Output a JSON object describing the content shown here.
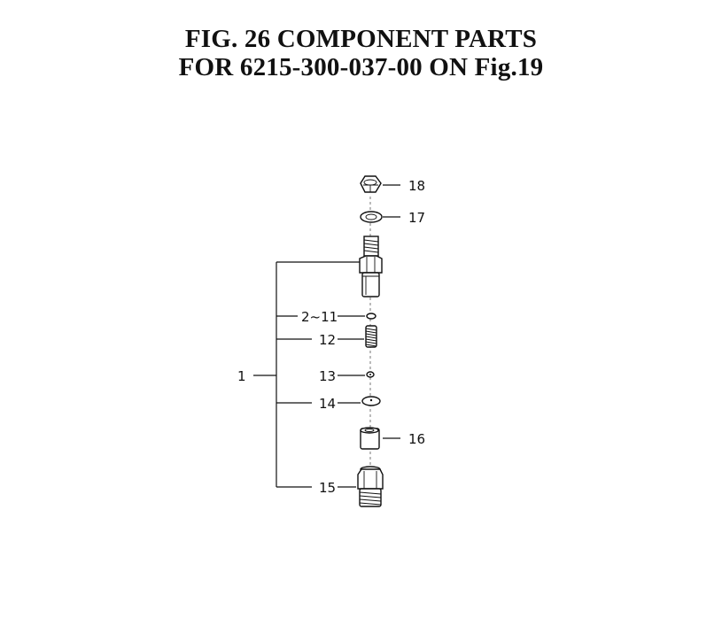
{
  "figure": {
    "title_line1": "FIG. 26  COMPONENT PARTS",
    "title_line2": "FOR 6215-300-037-00 ON Fig.19"
  },
  "callouts": {
    "c1": "1",
    "c2_11": "2~11",
    "c12": "12",
    "c13": "13",
    "c14": "14",
    "c15": "15",
    "c16": "16",
    "c17": "17",
    "c18": "18"
  }
}
